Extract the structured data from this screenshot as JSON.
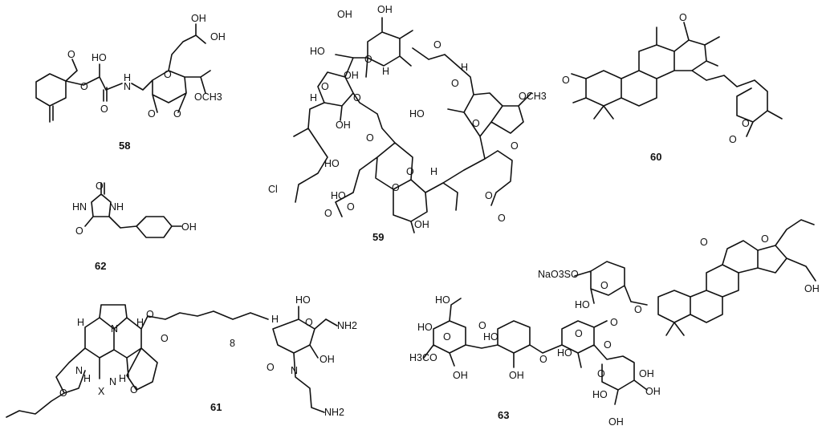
{
  "compounds": [
    {
      "id": "58",
      "labels": [
        "HO",
        "OH",
        "OH",
        "O",
        "O",
        "OCH3",
        "O",
        "H",
        "N",
        "O",
        "O",
        "O"
      ]
    },
    {
      "id": "59",
      "labels": [
        "OH",
        "HO",
        "H",
        "OH",
        "O",
        "O",
        "HO",
        "H",
        "OCH3",
        "O",
        "H",
        "O",
        "OH",
        "HO",
        "O",
        "O",
        "O",
        "HO",
        "O",
        "H",
        "Cl",
        "OH",
        "O",
        "O",
        "O",
        "O",
        "O",
        "O",
        "OH"
      ]
    },
    {
      "id": "60",
      "labels": [
        "O",
        "O",
        "O",
        "O"
      ]
    },
    {
      "id": "62",
      "labels": [
        "O",
        "HN",
        "NH",
        "O",
        "OH"
      ]
    },
    {
      "id": "61",
      "labels": [
        "H",
        "H",
        "N",
        "O",
        "O",
        "8",
        "N",
        "N",
        "H",
        "H",
        "X",
        "O",
        "O",
        "H",
        "HO",
        "O",
        "NH2",
        "OH",
        "N",
        "O",
        "NH2"
      ]
    },
    {
      "id": "63",
      "labels": [
        "NaO3SO",
        "O",
        "HO",
        "O",
        "O",
        "OH",
        "HO",
        "O",
        "O",
        "HO",
        "HO",
        "O",
        "H3CO",
        "O",
        "HO",
        "OH",
        "OH",
        "O",
        "HO",
        "OH",
        "OH",
        "O",
        "O",
        "O",
        "OH"
      ]
    }
  ]
}
